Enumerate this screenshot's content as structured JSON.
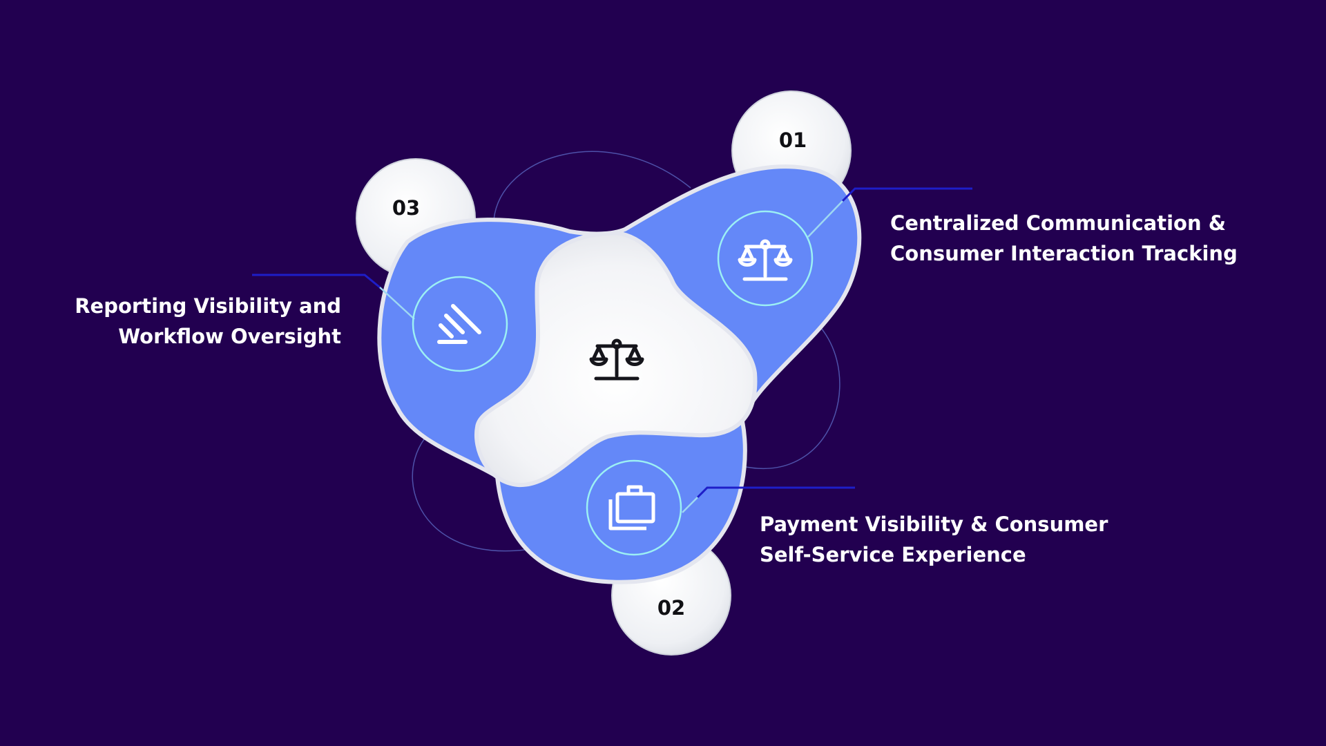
{
  "colors": {
    "background": "#220050",
    "blob_blue": "#6488f8",
    "blob_outline": "#e4e6ef",
    "ring": "#9cf0f4",
    "connector_dark": "#1e1ec8",
    "connector_light": "#9ed8f2",
    "icon_white": "#ffffff",
    "icon_dark": "#15151b"
  },
  "center": {
    "icon": "scales-icon"
  },
  "items": [
    {
      "number": "01",
      "icon": "scales-icon",
      "line1": "Centralized Communication &",
      "line2": "Consumer Interaction Tracking"
    },
    {
      "number": "02",
      "icon": "briefcase-icon",
      "line1": "Payment Visibility & Consumer",
      "line2": "Self-Service Experience"
    },
    {
      "number": "03",
      "icon": "gavel-icon",
      "line1": "Reporting Visibility and",
      "line2": "Workflow Oversight"
    }
  ]
}
